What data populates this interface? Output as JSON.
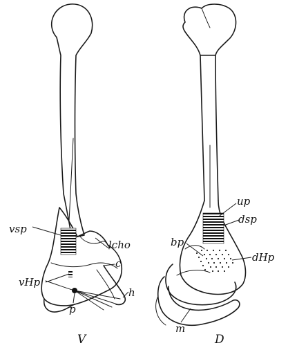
{
  "panels": {
    "ventral": {
      "view_label": "V",
      "labels": {
        "vsp": "vsp",
        "lcho": "lcho",
        "c": "c",
        "vHp": "vHp",
        "h": "h",
        "p": "p"
      }
    },
    "dorsal": {
      "view_label": "D",
      "labels": {
        "up": "up",
        "dsp": "dsp",
        "bp": "bp",
        "dHp": "dHp",
        "m": "m"
      }
    }
  }
}
